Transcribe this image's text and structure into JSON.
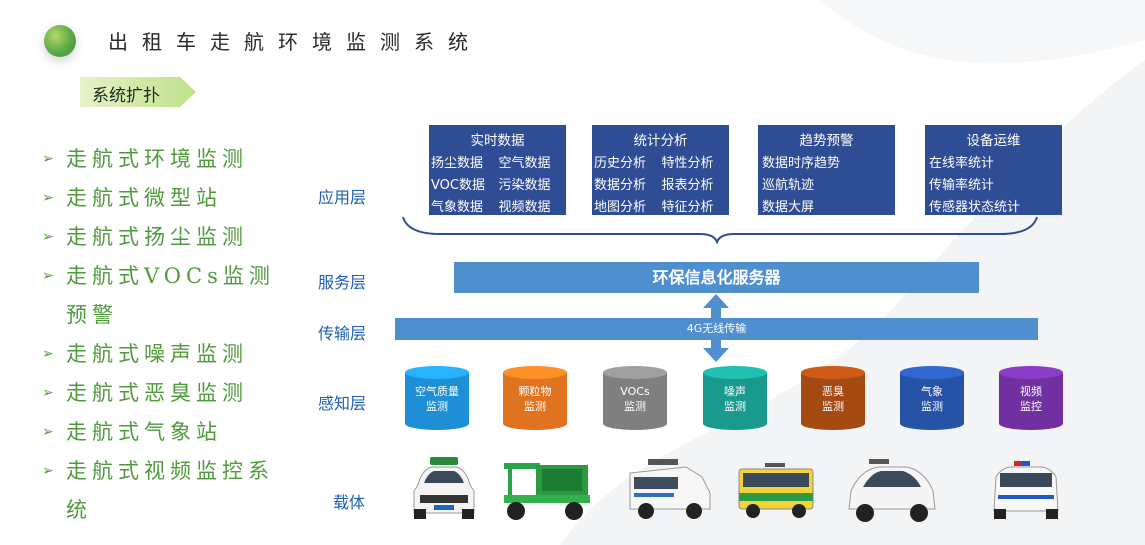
{
  "page": {
    "title": "出租车走航环境监测系统"
  },
  "section_tag": "系统扩扑",
  "features": [
    "走航式环境监测",
    "走航式微型站",
    "走航式扬尘监测",
    "走航式VOCs监测预警",
    "走航式噪声监测",
    "走航式恶臭监测",
    "走航式气象站",
    "走航式视频监控系统"
  ],
  "layers": {
    "application": "应用层",
    "service": "服务层",
    "transport": "传输层",
    "perception": "感知层",
    "carrier": "载体"
  },
  "app_boxes": [
    {
      "title": "实时数据",
      "items": [
        "扬尘数据",
        "空气数据",
        "VOC数据",
        "污染数据",
        "气象数据",
        "视频数据"
      ]
    },
    {
      "title": "统计分析",
      "items": [
        "历史分析",
        "特性分析",
        "数据分析",
        "报表分析",
        "地图分析",
        "特征分析"
      ]
    },
    {
      "title": "趋势预警",
      "items": [
        "数据时序趋势",
        "巡航轨迹",
        "数据大屏"
      ]
    },
    {
      "title": "设备运维",
      "items": [
        "在线率统计",
        "传输率统计",
        "传感器状态统计"
      ]
    }
  ],
  "server_label": "环保信息化服务器",
  "transport_label": "4G无线传输",
  "sensors": [
    {
      "label": "空气质量\n监测",
      "color": "#1e8fd6"
    },
    {
      "label": "颗粒物\n监测",
      "color": "#e0731f"
    },
    {
      "label": "VOCs\n监测",
      "color": "#7f7f7f"
    },
    {
      "label": "噪声\n监测",
      "color": "#1a9a8e"
    },
    {
      "label": "恶臭\n监测",
      "color": "#a54a12"
    },
    {
      "label": "气象\n监测",
      "color": "#2753a6"
    },
    {
      "label": "视频\n监控",
      "color": "#7030a0"
    }
  ],
  "vehicle_icons": [
    "taxi-icon",
    "electric-tricycle-icon",
    "van-icon",
    "bus-icon",
    "suv-icon",
    "police-car-icon"
  ],
  "colors": {
    "green": "#4f9a3c",
    "blue_dark": "#2f4d95",
    "blue_mid": "#4f8fd0",
    "layer_label": "#1f5fb0"
  }
}
